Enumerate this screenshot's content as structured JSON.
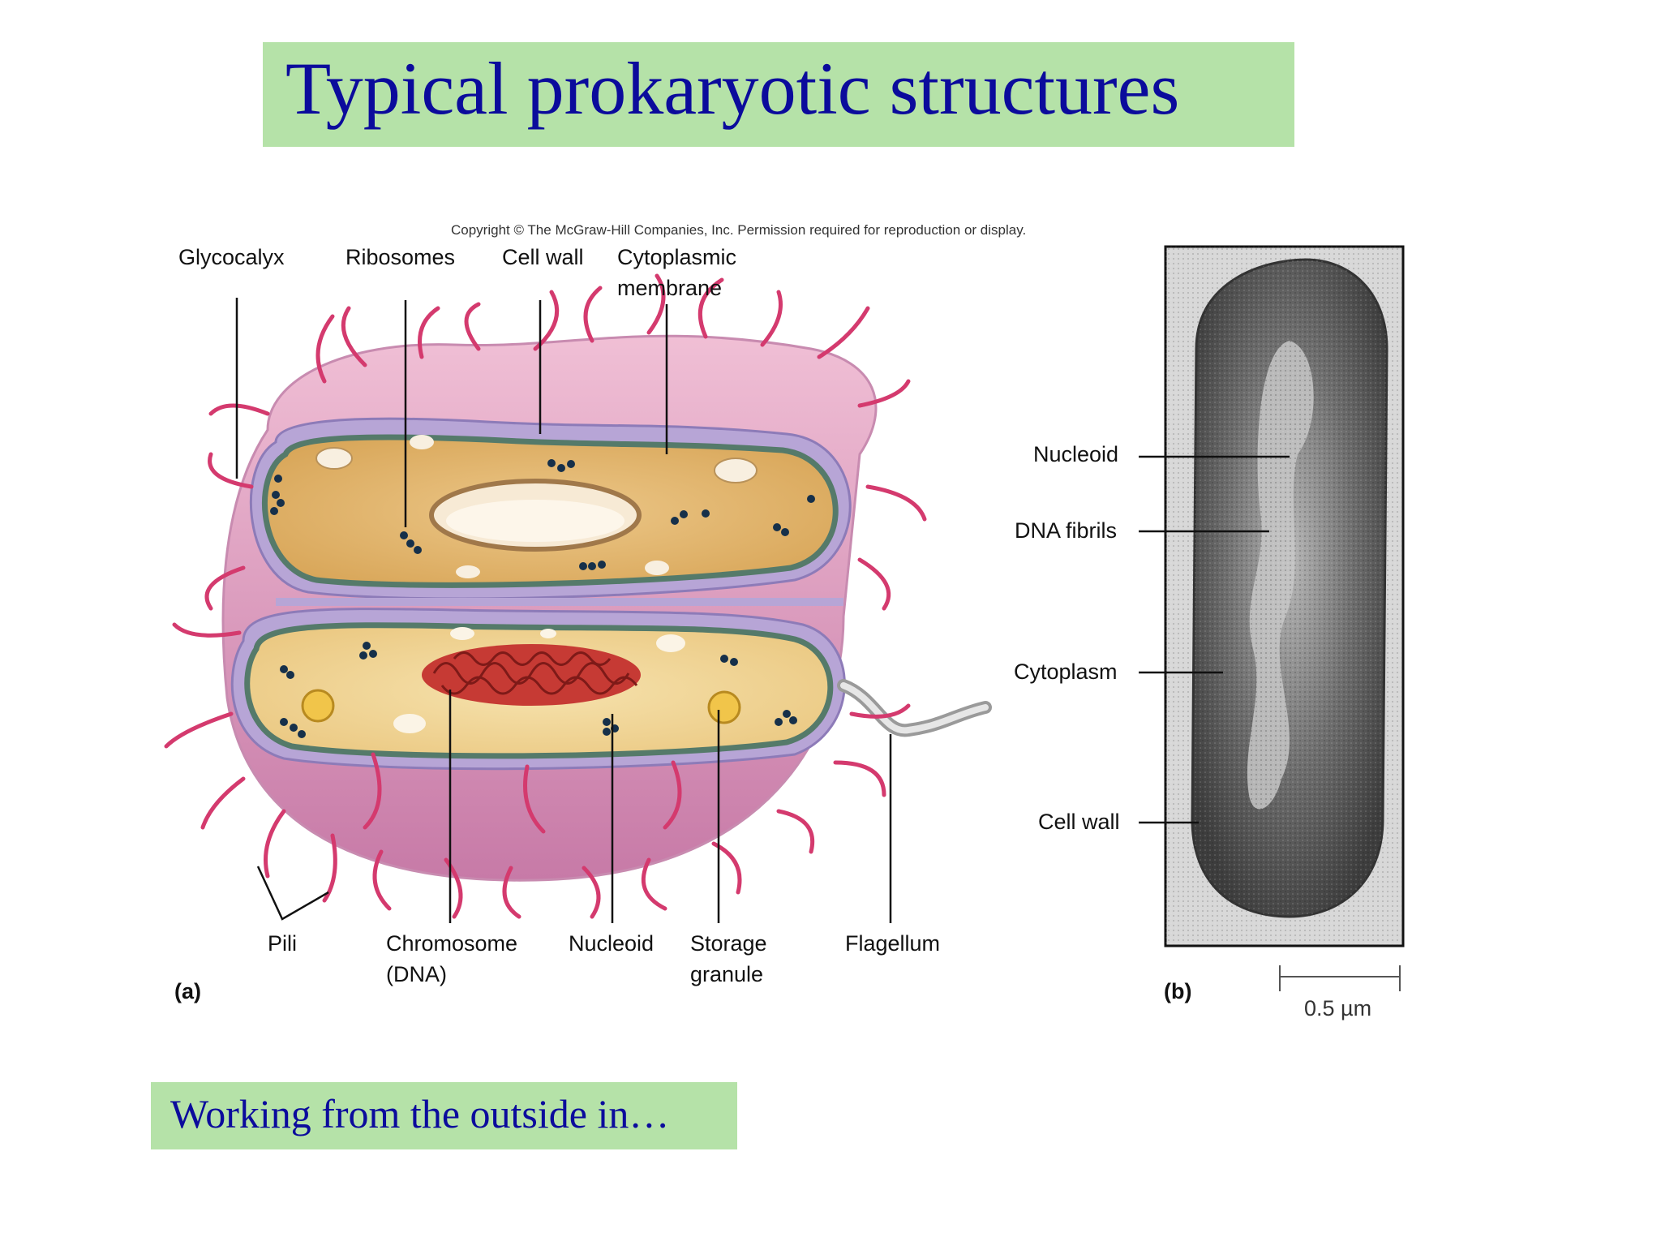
{
  "slide": {
    "title": "Typical prokaryotic structures",
    "subtitle": "Working from the outside in…"
  },
  "figure": {
    "copyright": "Copyright © The McGraw-Hill Companies, Inc. Permission required for reproduction or display.",
    "panel_a": {
      "tag": "(a)",
      "labels": {
        "glycocalyx": "Glycocalyx",
        "ribosomes": "Ribosomes",
        "cell_wall": "Cell wall",
        "cytoplasmic_membrane_1": "Cytoplasmic",
        "cytoplasmic_membrane_2": "membrane",
        "pili": "Pili",
        "chromosome_1": "Chromosome",
        "chromosome_2": "(DNA)",
        "nucleoid": "Nucleoid",
        "storage_1": "Storage",
        "storage_2": "granule",
        "flagellum": "Flagellum"
      }
    },
    "panel_b": {
      "tag": "(b)",
      "labels": {
        "nucleoid": "Nucleoid",
        "dna_fibrils": "DNA fibrils",
        "cytoplasm": "Cytoplasm",
        "cell_wall": "Cell wall"
      },
      "scale_bar": "0.5 µm"
    }
  },
  "colors": {
    "title_bg": "#b5e2a8",
    "title_text": "#0b0b9c",
    "glycocalyx": "#e3a7c4",
    "cell_wall": "#b7a5d6",
    "membrane": "#557a6a",
    "cytoplasm": "#e0b56a",
    "pili": "#d43a6e",
    "dna": "#c63a34"
  }
}
